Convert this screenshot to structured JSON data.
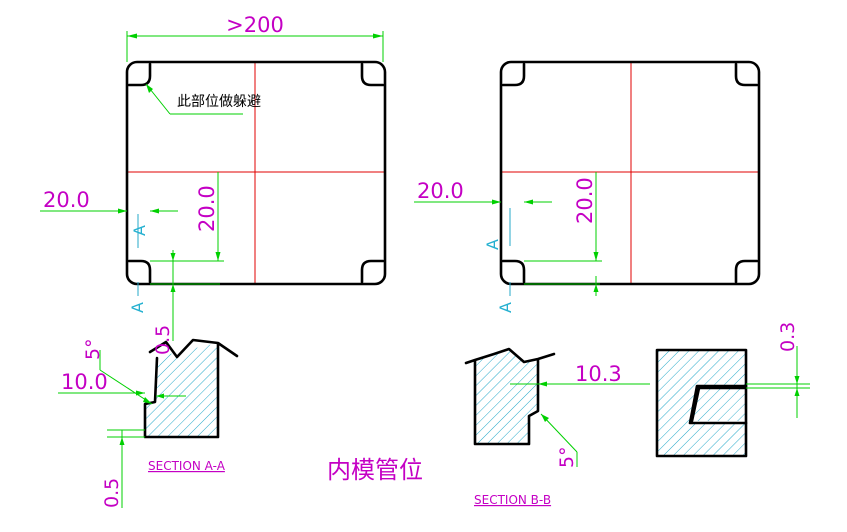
{
  "overall_dim": ">200",
  "left_view": {
    "note": "此部位做躲避",
    "dim_left": "20.0",
    "dim_vertical": "20.0",
    "section_mark": "A"
  },
  "right_view": {
    "dim_left": "20.0",
    "dim_vertical": "20.0",
    "section_mark": "A"
  },
  "section_a": {
    "label": "SECTION A-A",
    "angle": "5°",
    "dim_offset": "10.0",
    "dim_top": "0.5",
    "dim_bottom": "0.5"
  },
  "section_b": {
    "label": "SECTION B-B",
    "angle": "5°",
    "dim_offset": "10.3",
    "dim_gap": "0.3"
  },
  "title": "内模管位",
  "colors": {
    "outline": "#000000",
    "centerline": "#e00000",
    "dimension_line": "#00d000",
    "dimension_text": "#c400c4",
    "section_mark": "#24b0d0",
    "hatch": "#26a9c9"
  }
}
